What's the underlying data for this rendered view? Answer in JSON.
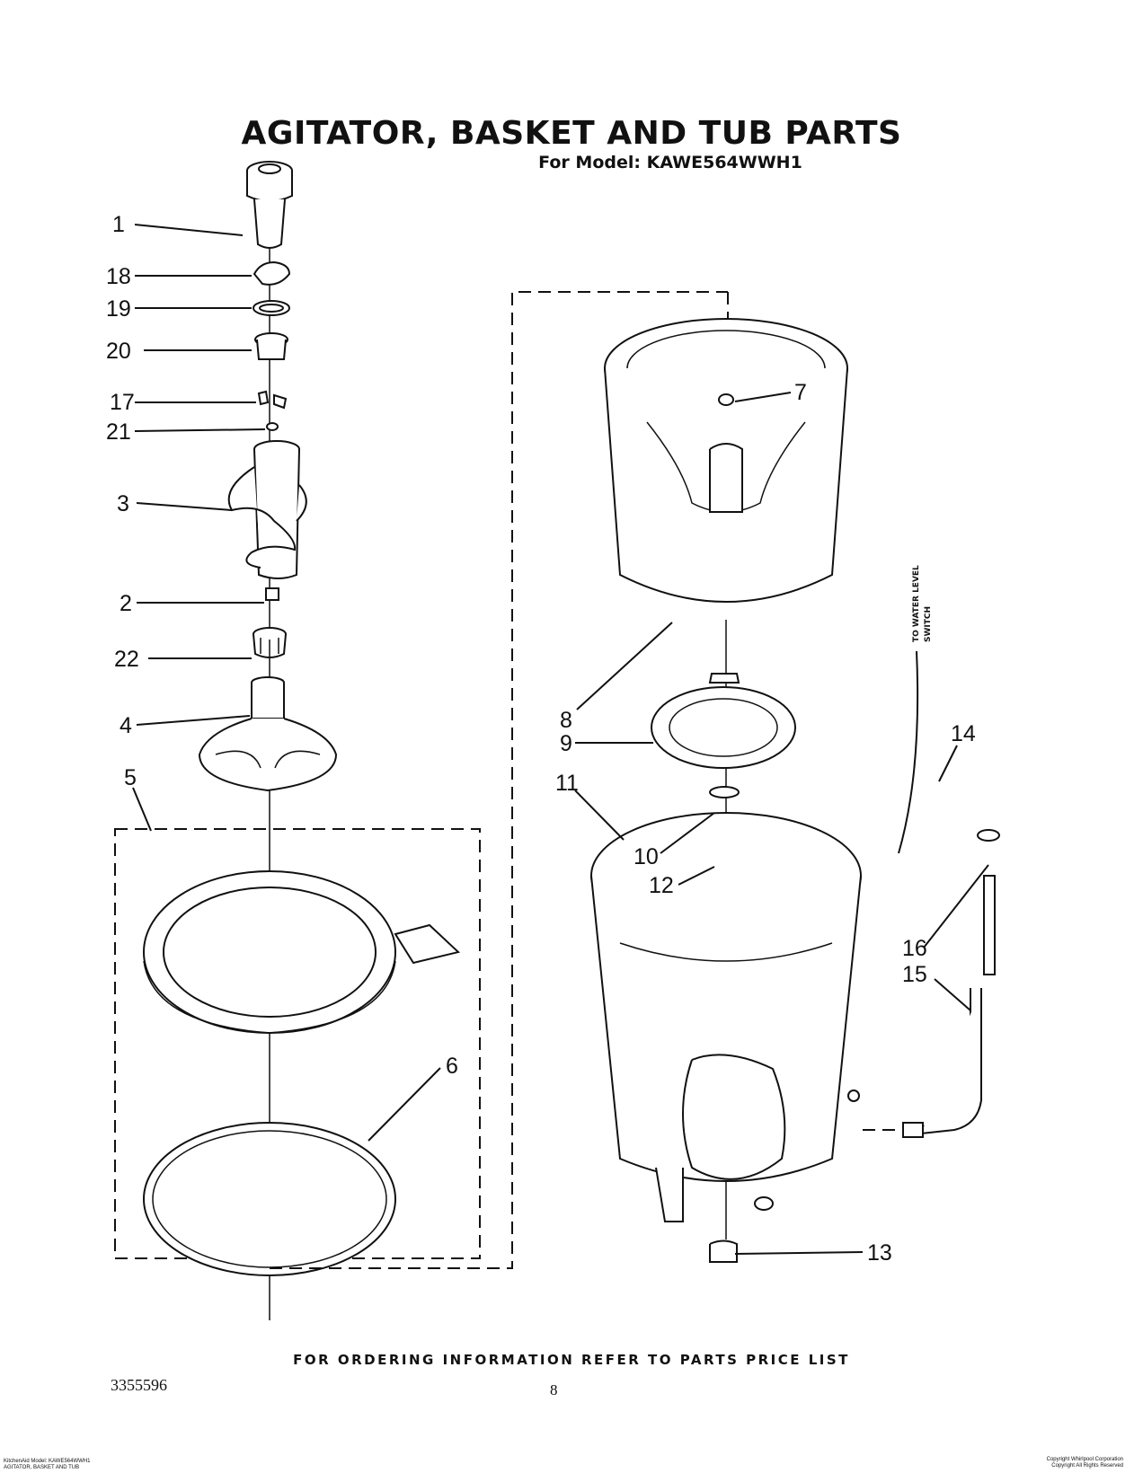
{
  "header": {
    "title": "AGITATOR, BASKET AND TUB PARTS",
    "model": "For Model: KAWE564WWH1"
  },
  "callouts": [
    "1",
    "18",
    "19",
    "20",
    "17",
    "21",
    "3",
    "2",
    "22",
    "4",
    "5",
    "6",
    "7",
    "8",
    "9",
    "11",
    "10",
    "12",
    "14",
    "16",
    "15",
    "13"
  ],
  "side_label": [
    "TO WATER LEVEL",
    "SWITCH"
  ],
  "footer": {
    "note": "FOR ORDERING INFORMATION REFER TO PARTS PRICE LIST",
    "doc_number": "3355596",
    "page": "8",
    "fine_left": [
      "KitchenAid Model: KAWE564WWH1",
      "AGITATOR, BASKET AND TUB"
    ],
    "fine_right": [
      "Copyright Whirlpool Corporation",
      "Copyright All Rights Reserved"
    ]
  }
}
